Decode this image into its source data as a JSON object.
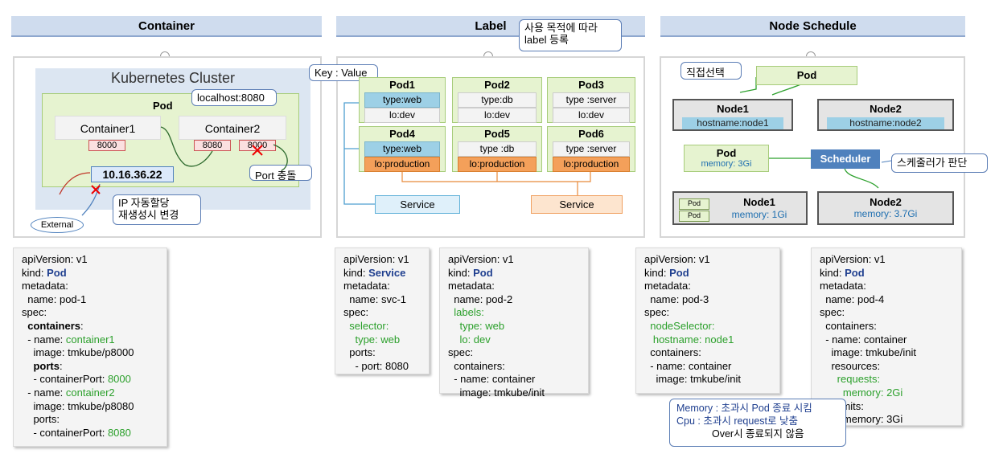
{
  "headers": {
    "container": "Container",
    "label": "Label",
    "node": "Node Schedule"
  },
  "label_callout": {
    "line1": "사용 목적에 따라",
    "line2": "label 등록"
  },
  "container_panel": {
    "cluster_title": "Kubernetes Cluster",
    "pod": "Pod",
    "localhost": "localhost:8080",
    "container1": "Container1",
    "container2": "Container2",
    "port1": "8000",
    "port2": "8080",
    "port3": "8000",
    "ip": "10.16.36.22",
    "port_conflict": "Port 충돌",
    "ip_note_1": "IP 자동할당",
    "ip_note_2": "재생성시 변경",
    "external": "External"
  },
  "label_panel": {
    "key_value": "Key : Value",
    "pods": [
      {
        "name": "Pod1",
        "l1": "type:web",
        "l2": "lo:dev"
      },
      {
        "name": "Pod2",
        "l1": "type:db",
        "l2": "lo:dev"
      },
      {
        "name": "Pod3",
        "l1": "type :server",
        "l2": "lo:dev"
      },
      {
        "name": "Pod4",
        "l1": "type:web",
        "l2": "lo:production"
      },
      {
        "name": "Pod5",
        "l1": "type :db",
        "l2": "lo:production"
      },
      {
        "name": "Pod6",
        "l1": "type :server",
        "l2": "lo:production"
      }
    ],
    "service1": "Service",
    "service2": "Service"
  },
  "node_panel": {
    "direct": "직접선택",
    "pod_top": "Pod",
    "node1": "Node1",
    "host1": "hostname:node1",
    "node2": "Node2",
    "host2": "hostname:node2",
    "pod_mem": "Pod",
    "pod_mem_val": "memory: 3Gi",
    "scheduler": "Scheduler",
    "sched_note": "스케줄러가 판단",
    "node1b": "Node1",
    "node1b_mem": "memory: 1Gi",
    "mini_pod1": "Pod",
    "mini_pod2": "Pod",
    "node2b": "Node2",
    "node2b_mem": "memory: 3.7Gi"
  },
  "memory_callout": {
    "l1": "Memory : 초과시 Pod 종료 시킴",
    "l2": "Cpu : 초과시 request로 낮춤",
    "l3": "Over시 종료되지 않음"
  },
  "colors": {
    "header": "#cfdcee",
    "pod_green": "#e6f3d0",
    "label_blue": "#9dd0e6",
    "label_orange": "#f4a05a"
  }
}
